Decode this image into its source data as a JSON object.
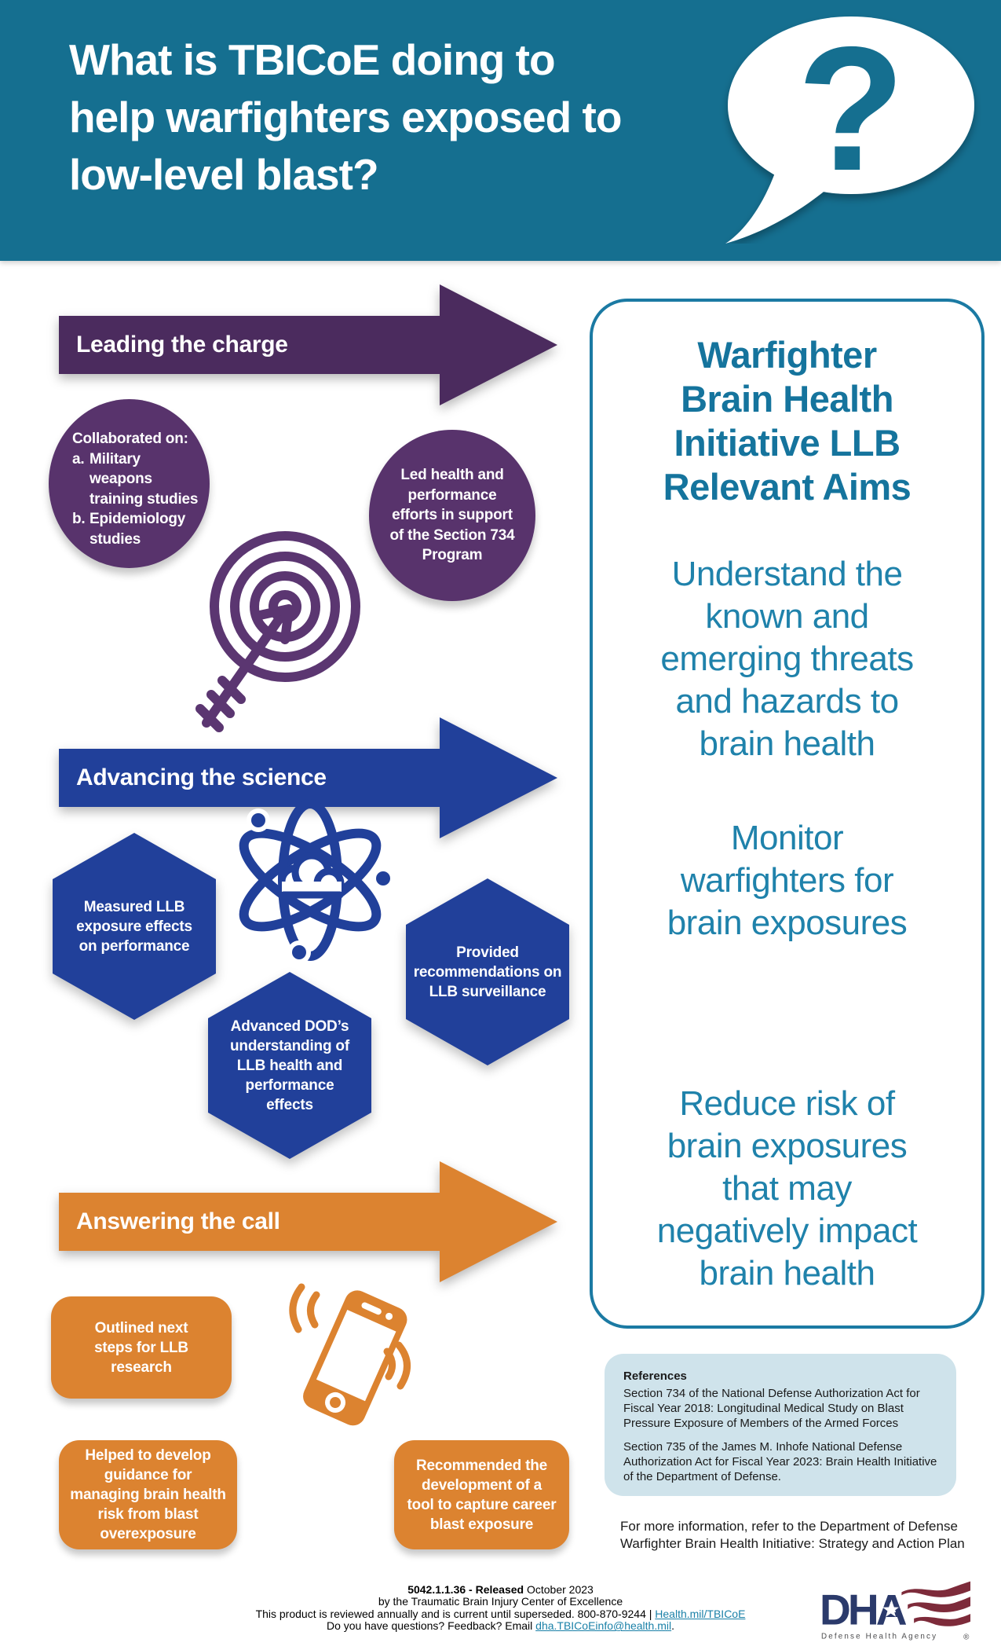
{
  "colors": {
    "header_teal": "#156f90",
    "purple_arrow": "#4b2b5e",
    "purple_shape": "#58336c",
    "blue": "#21409a",
    "orange": "#dc8330",
    "aims_teal": "#1f82ab",
    "aims_title_teal": "#15749d",
    "references_bg": "#cfe3eb",
    "link_teal": "#1b81a8",
    "logo_navy": "#2b3a6b",
    "logo_maroon": "#7d2b3a"
  },
  "icons": {
    "header": "question-speech-bubble-icon",
    "leading": "target-arrow-icon",
    "advancing": "atom-science-icon",
    "answering": "vibrating-phone-icon",
    "logo": "dha-flag-logo"
  },
  "header": {
    "title": "What is TBICoE doing to help warfighters exposed to low-level blast?",
    "question_mark": "?"
  },
  "sections": {
    "leading": {
      "label": "Leading the charge",
      "circle1": {
        "intro": "Collaborated on:",
        "items": [
          {
            "marker": "a.",
            "text": "Military weapons training studies"
          },
          {
            "marker": "b.",
            "text": "Epidemiology studies"
          }
        ]
      },
      "circle2": "Led health and performance efforts in support of the Section 734 Program"
    },
    "advancing": {
      "label": "Advancing the science",
      "hex1": "Measured LLB exposure effects on performance",
      "hex2": "Provided recommendations on LLB surveillance",
      "hex3": "Advanced DOD’s understanding of LLB health and performance effects"
    },
    "answering": {
      "label": "Answering the call",
      "card1": "Outlined next steps for LLB research",
      "card2": "Helped to develop guidance for managing brain health risk from blast overexposure",
      "card3": "Recommended the development of a tool to capture career blast exposure"
    }
  },
  "aims": {
    "title": "Warfighter Brain Health Initiative LLB Relevant Aims",
    "items": [
      "Understand the known and emerging threats and hazards to brain health",
      "Monitor warfighters for brain exposures",
      "Reduce risk of brain exposures that may negatively impact brain health"
    ]
  },
  "references": {
    "heading": "References",
    "items": [
      "Section 734 of the National Defense Authorization Act for Fiscal Year 2018: Longitudinal Medical Study on Blast Pressure Exposure of Members of the Armed Forces",
      "Section 735 of the James M. Inhofe National Defense Authorization Act for Fiscal Year 2023: Brain Health Initiative of the Department of Defense."
    ]
  },
  "more_info": "For more information, refer to the Department of Defense Warfighter Brain Health Initiative: Strategy and Action Plan",
  "footer": {
    "doc_id_bold": "5042.1.1.36 - Released",
    "doc_date": " October 2023",
    "line2": "by the Traumatic Brain Injury Center of Excellence",
    "line3_text": "This product is reviewed annually and is current until superseded. 800-870-9244 | ",
    "line3_link": "Health.mil/TBICoE",
    "line4_text": "Do you have questions? Feedback? Email ",
    "line4_link": "dha.TBICoEinfo@health.mil",
    "line4_suffix": "."
  },
  "logo": {
    "acronym": "DHA",
    "tagline": "Defense Health Agency",
    "registered_mark": "®"
  }
}
